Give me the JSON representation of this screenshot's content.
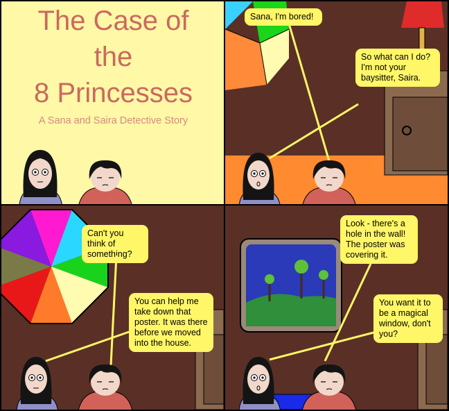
{
  "title_panel": {
    "title_line1": "The Case of",
    "title_line2": "the",
    "title_line3": "8 Princesses",
    "subtitle": "A Sana and Saira Detective Story"
  },
  "panel2": {
    "bubble_saira": "Sana, I'm bored!",
    "bubble_sana": "So what can I do? I'm not your baysitter, Saira."
  },
  "panel3": {
    "bubble_saira": "Can't you think of something?",
    "bubble_sana": "You can help me take down that poster. It was there before we moved into the house."
  },
  "panel4": {
    "bubble_saira": "Look - there's a hole in the wall! The poster was covering it.",
    "bubble_sana": "You want it to be a magical window, don't you?"
  },
  "colors": {
    "bubble": "#fff668",
    "title_bg": "#fff8a6",
    "title_text": "#c9695f",
    "wood_wall": "#5a3026",
    "floor": "#ff8a30"
  }
}
